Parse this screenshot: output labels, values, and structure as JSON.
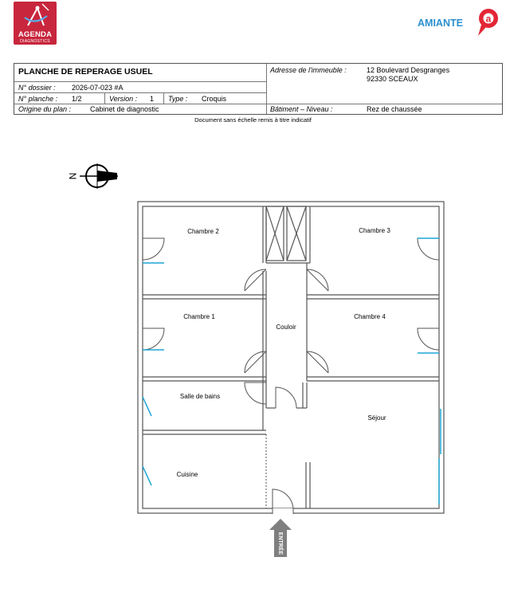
{
  "brand": {
    "logo_line1": "AGENDA",
    "logo_line2": "DIAGNOSTICS",
    "logo_color": "#c8263d",
    "section": "AMIANTE",
    "section_color": "#2b8fce",
    "section_icon": "amiante-a-badge-icon"
  },
  "header": {
    "title": "PLANCHE DE REPERAGE USUEL",
    "dossier_label": "N° dossier :",
    "dossier_value": "2026-07-023 #A",
    "planche_label": "N° planche :",
    "planche_value": "1/2",
    "version_label": "Version :",
    "version_value": "1",
    "type_label": "Type :",
    "type_value": "Croquis",
    "origine_label": "Origine du plan :",
    "origine_value": "Cabinet de diagnostic",
    "adresse_label": "Adresse de l'immeuble :",
    "adresse_line1": "12 Boulevard Desgranges",
    "adresse_line2": "92330 SCEAUX",
    "batiment_label": "Bâtiment – Niveau :",
    "batiment_value": "Rez de chaussée"
  },
  "note": "Document sans échelle remis à titre indicatif",
  "compass": {
    "label": "N",
    "icon": "north-arrow-icon"
  },
  "rooms": {
    "chambre2": "Chambre 2",
    "chambre3": "Chambre 3",
    "chambre1": "Chambre 1",
    "couloir": "Couloir",
    "chambre4": "Chambre 4",
    "salle_de_bains": "Salle de bains",
    "sejour": "Séjour",
    "cuisine": "Cuisine"
  },
  "entrance": {
    "label": "ENTRÉE",
    "icon": "entrance-arrow-icon"
  },
  "window_color": "#1ea6d6"
}
